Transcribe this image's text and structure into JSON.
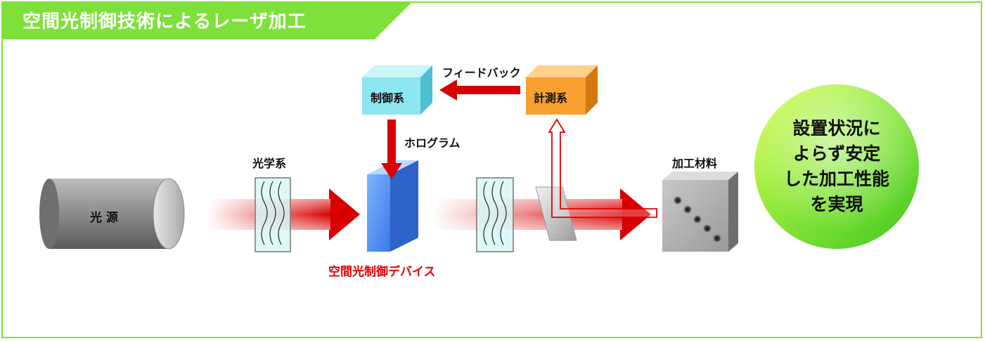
{
  "header": {
    "title": "空間光制御技術によるレーザ加工"
  },
  "diagram": {
    "light_source": "光 源",
    "optics": "光学系",
    "device": "空間光制御デバイス",
    "control": "制御系",
    "measure": "計測系",
    "feedback": "フィードバック",
    "hologram": "ホログラム",
    "material": "加工材料"
  },
  "result": {
    "lines": [
      "設置状況に",
      "よらず安定",
      "した加工性能",
      "を実現"
    ]
  },
  "colors": {
    "accent_green": "#7ee03a",
    "beam_red": "#dd0000",
    "device_blue": "#4f8ff0",
    "control_cyan": "#8de6f0",
    "measure_orange": "#f7a030"
  }
}
